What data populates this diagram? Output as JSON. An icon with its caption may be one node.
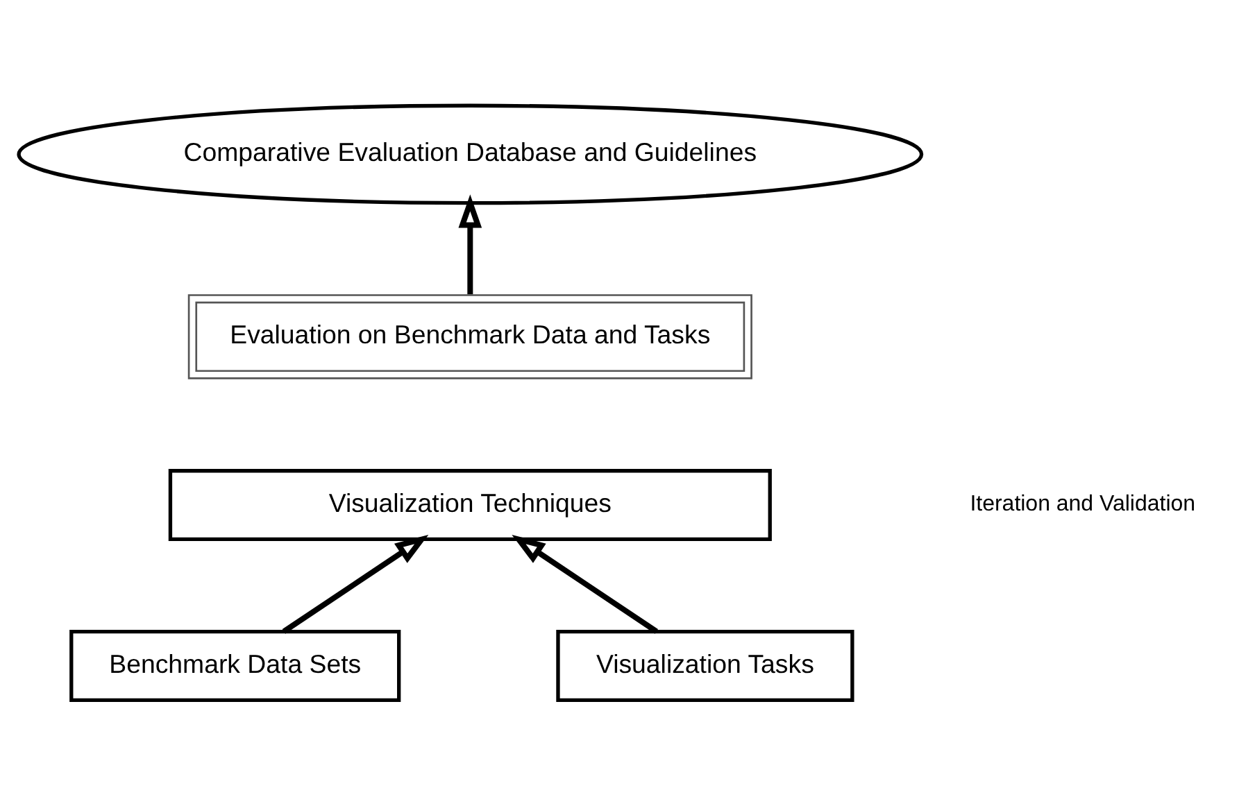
{
  "diagram": {
    "nodes": [
      {
        "text": [
          "Comparative Evaluation Database and Guidelines"
        ]
      },
      {
        "text": [
          "Evaluation on Benchmark Data and Tasks"
        ]
      },
      {
        "text": [
          "Visualization Techniques"
        ]
      },
      {
        "text": [
          "Benchmark Data Sets"
        ]
      },
      {
        "text": [
          "Visualization Tasks"
        ]
      }
    ],
    "edges": [
      {
        "from": 1,
        "to": 0,
        "arrow": "to"
      },
      {
        "from": 3,
        "to": 2,
        "arrow": "to"
      },
      {
        "from": 4,
        "to": 2,
        "arrow": "to"
      }
    ],
    "labels": [
      "Iteration and Validation"
    ]
  }
}
